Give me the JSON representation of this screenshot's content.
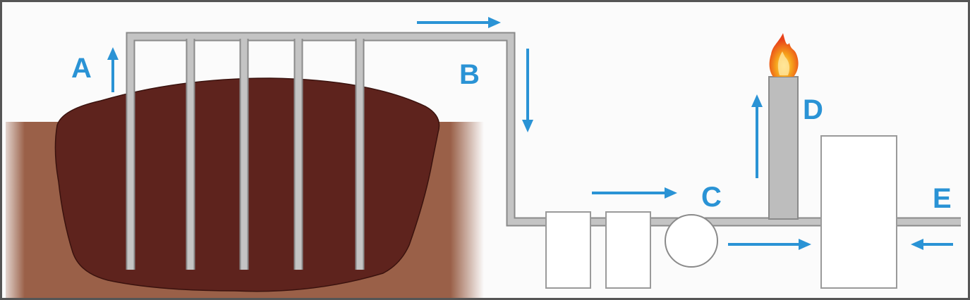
{
  "labels": {
    "a": "A",
    "b": "B",
    "c": "C",
    "d": "D",
    "e": "E"
  },
  "colors": {
    "frame": "#555555",
    "background": "#fbfbfb",
    "soil": "#9a6048",
    "landfill_mass": "#5e231d",
    "pipe_fill": "#c4c4c4",
    "pipe_edge": "#8a8a8a",
    "arrow": "#2a93d5",
    "label": "#2a93d5",
    "flare_stack": "#bdbdbd",
    "flame_outer": "#f3a31a",
    "flame_inner": "#e8421a",
    "equipment_fill": "#ffffff",
    "equipment_edge": "#9a9a9a"
  },
  "icons": {
    "flame": "flame-icon"
  }
}
